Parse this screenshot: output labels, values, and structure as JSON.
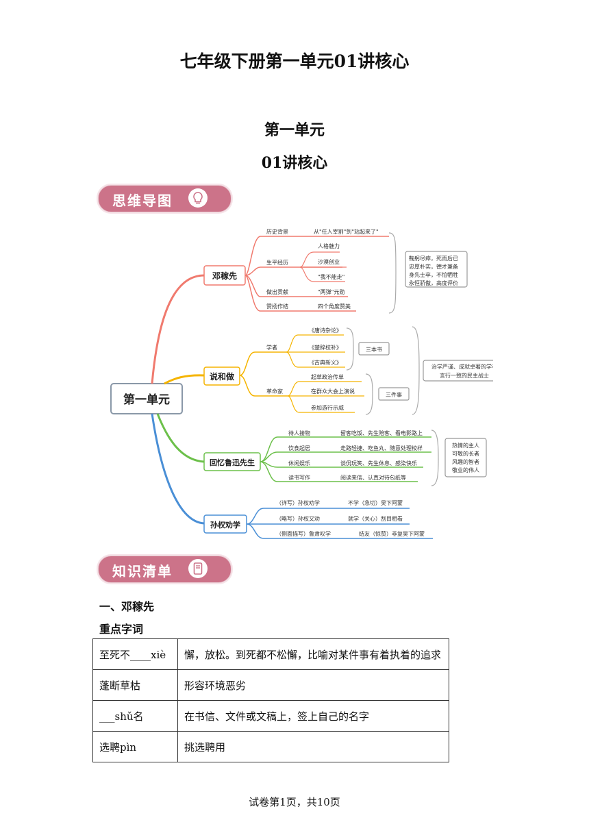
{
  "doc": {
    "main_title": "七年级下册第一单元01讲核心",
    "unit_title": "第一单元",
    "lesson_title": "01讲核心"
  },
  "banners": {
    "mindmap": "思维导图",
    "knowledge": "知识清单"
  },
  "mindmap": {
    "root": "第一单元",
    "branches": [
      {
        "name": "邓稼先",
        "color": "#f07a6e",
        "items": [
          {
            "label": "历史背景",
            "detail": "从\"任人宰割\"到\"站起来了\""
          },
          {
            "label": "生平经历",
            "details": [
              "人格魅力",
              "沙漠创业",
              "\"我不能走\""
            ]
          },
          {
            "label": "做出贡献",
            "detail": "\"两弹\"元勋"
          },
          {
            "label": "赞扬作结",
            "detail": "四个角度赞美"
          }
        ],
        "summary": [
          "鞠躬尽瘁，死而后已",
          "忠厚朴实，德才兼备",
          "身先士卒，不怕牺牲",
          "永恒骄傲，高度评价"
        ]
      },
      {
        "name": "说和做",
        "color": "#f5b400",
        "items": [
          {
            "label": "学者",
            "details": [
              "《唐诗杂论》",
              "《楚辞校补》",
              "《古典新义》"
            ],
            "group": "三本书"
          },
          {
            "label": "革命家",
            "details": [
              "起草政治传单",
              "在群众大会上演说",
              "参加游行示威"
            ],
            "group": "三件事"
          }
        ],
        "summary": [
          "治学严谨、成就卓著的学者",
          "言行一致的民主战士"
        ]
      },
      {
        "name": "回忆鲁迅先生",
        "color": "#6cc04a",
        "items": [
          {
            "label": "待人接物",
            "detail": "留客吃饭、先生陪客、看电影路上"
          },
          {
            "label": "饮食起居",
            "detail": "走路轻捷、吃鱼丸、随意处理校样"
          },
          {
            "label": "休闲娱乐",
            "detail": "谈侃玩笑、先生休息、感染快乐"
          },
          {
            "label": "读书写作",
            "detail": "阅读来信、认真对待包纸等"
          }
        ],
        "summary": [
          "热情的主人",
          "可敬的长者",
          "风趣的智者",
          "敬业的伟人"
        ]
      },
      {
        "name": "孙权劝学",
        "color": "#4a8fd6",
        "items": [
          {
            "label": "（详写）孙权劝学",
            "detail": "不学（急切）吴下阿蒙"
          },
          {
            "label": "（略写）孙权又劝",
            "detail": "就学（关心）刮目相看"
          },
          {
            "label": "（侧面描写）鲁肃叹学",
            "detail": "结友（惊赞）非复吴下阿蒙"
          }
        ]
      }
    ]
  },
  "section": {
    "heading": "一、邓稼先",
    "subheading": "重点字词"
  },
  "vocab": [
    {
      "term": "至死不____xiè",
      "meaning": "懈，放松。到死都不松懈，比喻对某件事有着执着的追求"
    },
    {
      "term": "蓬断草枯",
      "meaning": "形容环境恶劣"
    },
    {
      "term": "___shǔ名",
      "meaning": "在书信、文件或文稿上，签上自己的名字"
    },
    {
      "term": "选聘pìn",
      "meaning": "挑选聘用"
    }
  ],
  "footer": "试卷第1页，共10页"
}
